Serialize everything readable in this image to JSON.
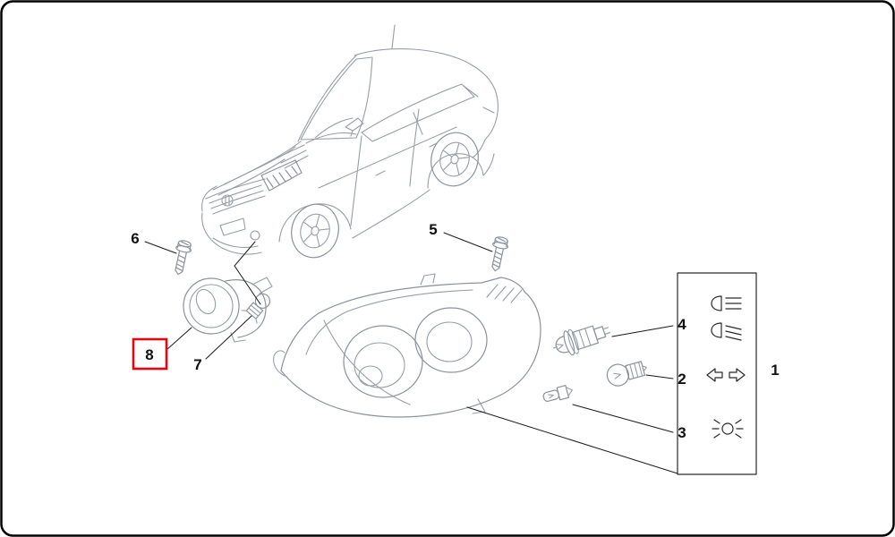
{
  "page": {
    "background": "#ffffff",
    "border_color": "#000000"
  },
  "colors": {
    "sketch_line": "#979ea5",
    "callout_line": "#1a1a1a",
    "highlight_red": "#e30613"
  },
  "callouts": {
    "n1": "1",
    "n2": "2",
    "n3": "3",
    "n4": "4",
    "n5": "5",
    "n6": "6",
    "n7": "7",
    "n8": "8"
  },
  "highlight": {
    "part_number": "8"
  },
  "icons": {
    "legend_symbols": [
      "high-beam-icon",
      "low-beam-icon",
      "turn-signal-arrows-icon",
      "position-lamp-icon"
    ],
    "drawings": [
      "car-sketch",
      "headlamp-assembly-drawing",
      "fog-lamp-drawing",
      "fog-lamp-bulb-holder-drawing",
      "halogen-bulb-drawing",
      "signal-bulb-drawing",
      "wedge-bulb-drawing",
      "mounting-screw-drawing-a",
      "mounting-screw-drawing-b"
    ]
  }
}
